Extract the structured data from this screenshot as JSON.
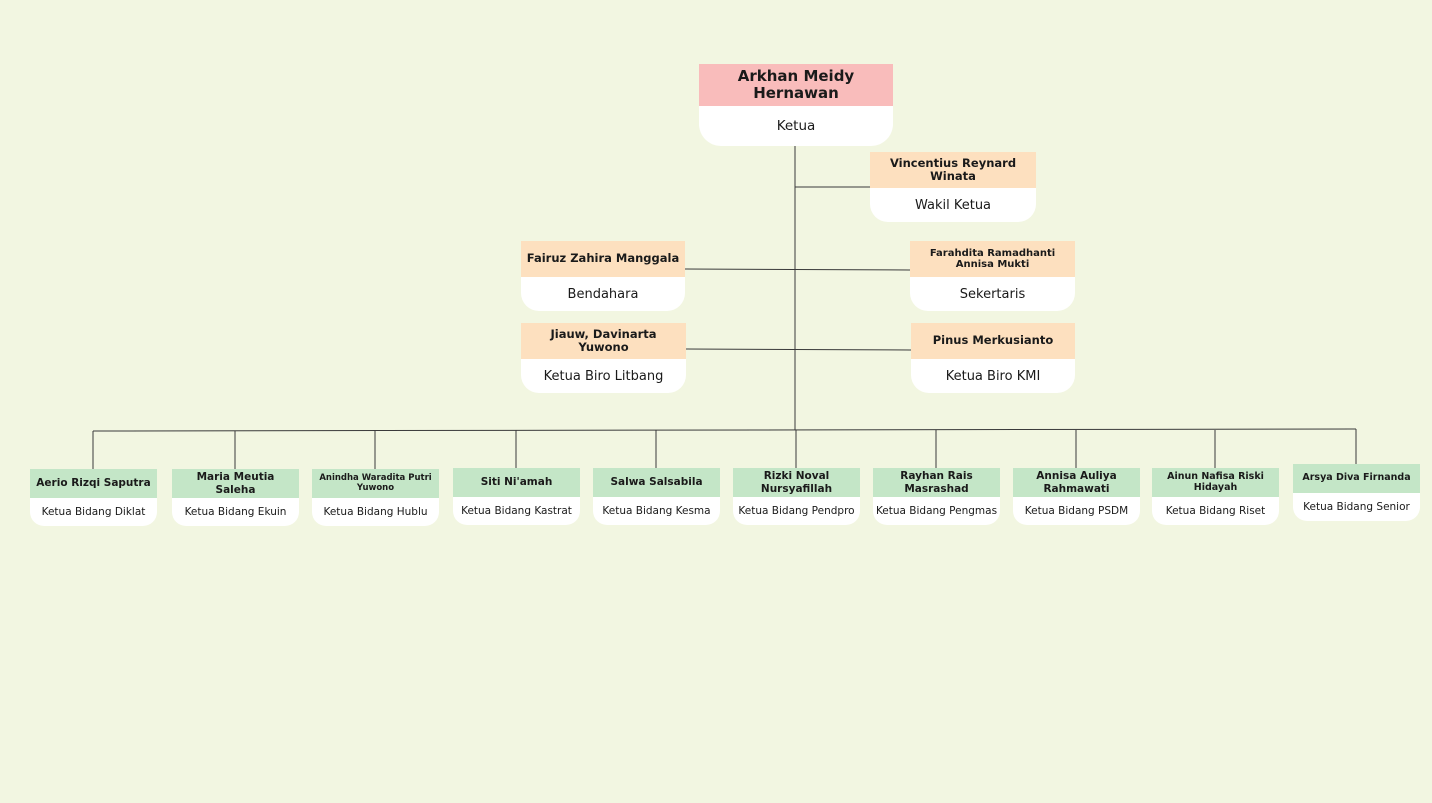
{
  "colors": {
    "background": "#f2f6e1",
    "top_header": "#f9bcbb",
    "mid_header": "#fde0bf",
    "bottom_header": "#c4e6c7",
    "role_bg": "#ffffff",
    "line": "#3a3a3a"
  },
  "chart": {
    "top": {
      "name": "Arkhan Meidy Hernawan",
      "role": "Ketua"
    },
    "wakil": {
      "name": "Vincentius Reynard Winata",
      "role": "Wakil Ketua"
    },
    "bendahara": {
      "name": "Fairuz Zahira Manggala",
      "role": "Bendahara"
    },
    "sekertaris": {
      "name": "Farahdita Ramadhanti Annisa Mukti",
      "role": "Sekertaris"
    },
    "litbang": {
      "name": "Jiauw, Davinarta Yuwono",
      "role": "Ketua Biro Litbang"
    },
    "kmi": {
      "name": "Pinus Merkusianto",
      "role": "Ketua Biro KMI"
    },
    "bidang": [
      {
        "name": "Aerio Rizqi Saputra",
        "role": "Ketua Bidang Diklat"
      },
      {
        "name": "Maria Meutia Saleha",
        "role": "Ketua Bidang Ekuin"
      },
      {
        "name": "Anindha Waradita Putri Yuwono",
        "role": "Ketua Bidang Hublu"
      },
      {
        "name": "Siti Ni'amah",
        "role": "Ketua Bidang Kastrat"
      },
      {
        "name": "Salwa Salsabila",
        "role": "Ketua Bidang Kesma"
      },
      {
        "name": "Rizki Noval Nursyafillah",
        "role": "Ketua Bidang Pendpro"
      },
      {
        "name": "Rayhan Rais Masrashad",
        "role": "Ketua Bidang Pengmas"
      },
      {
        "name": "Annisa Auliya Rahmawati",
        "role": "Ketua Bidang PSDM"
      },
      {
        "name": "Ainun Nafisa Riski Hidayah",
        "role": "Ketua Bidang Riset"
      },
      {
        "name": "Arsya Diva Firnanda",
        "role": "Ketua Bidang Senior"
      }
    ]
  }
}
